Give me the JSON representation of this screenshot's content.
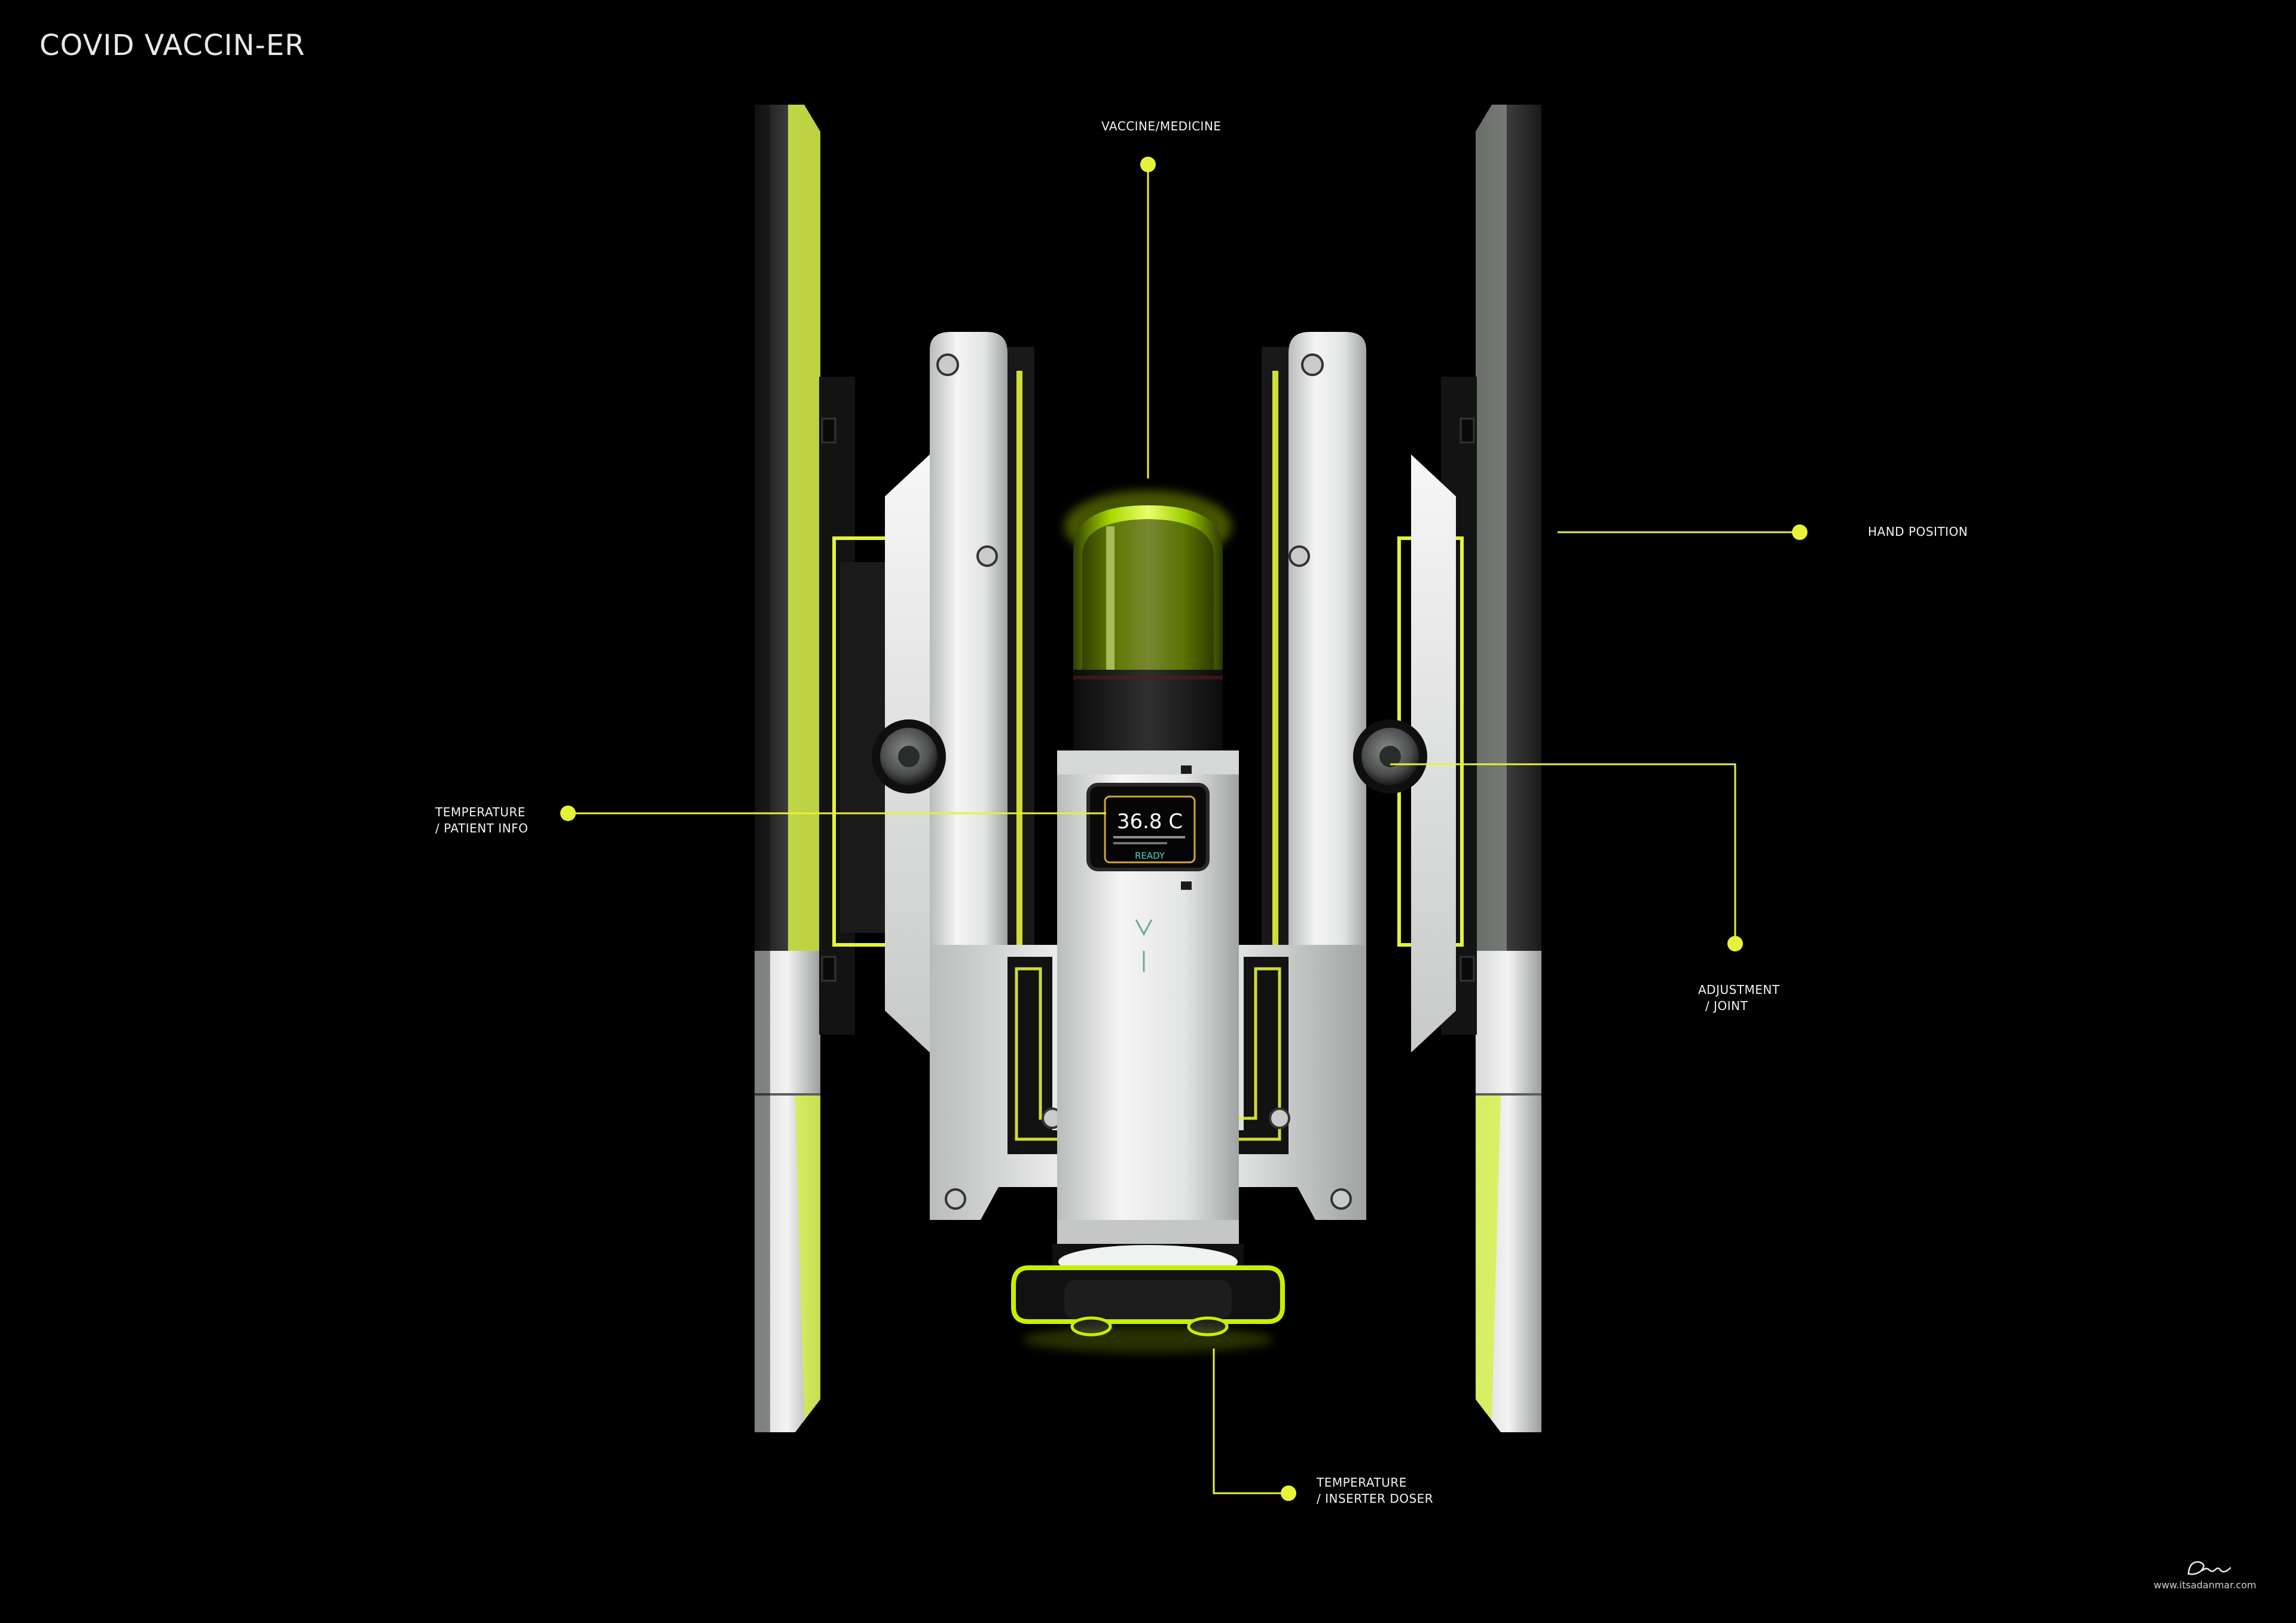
{
  "title": "COVID VACCIN-ER",
  "callouts": {
    "vaccine": "VACCINE/MEDICINE",
    "hand": "HAND POSITION",
    "temp_patient": [
      "TEMPERATURE",
      "/ PATIENT INFO"
    ],
    "adjust": [
      "ADJUSTMENT",
      "/ JOINT"
    ],
    "temp_doser": [
      "TEMPERATURE",
      "/ INSERTER DOSER"
    ]
  },
  "device_screen": {
    "temperature": "36.8 C",
    "status": "READY"
  },
  "footer": {
    "site": "www.itsadanmar.com"
  },
  "colors": {
    "accent": "#e6f23a",
    "glow": "#c8f000",
    "body": "#e9ebea",
    "frame": "#1d1f1e",
    "background": "#000000"
  }
}
